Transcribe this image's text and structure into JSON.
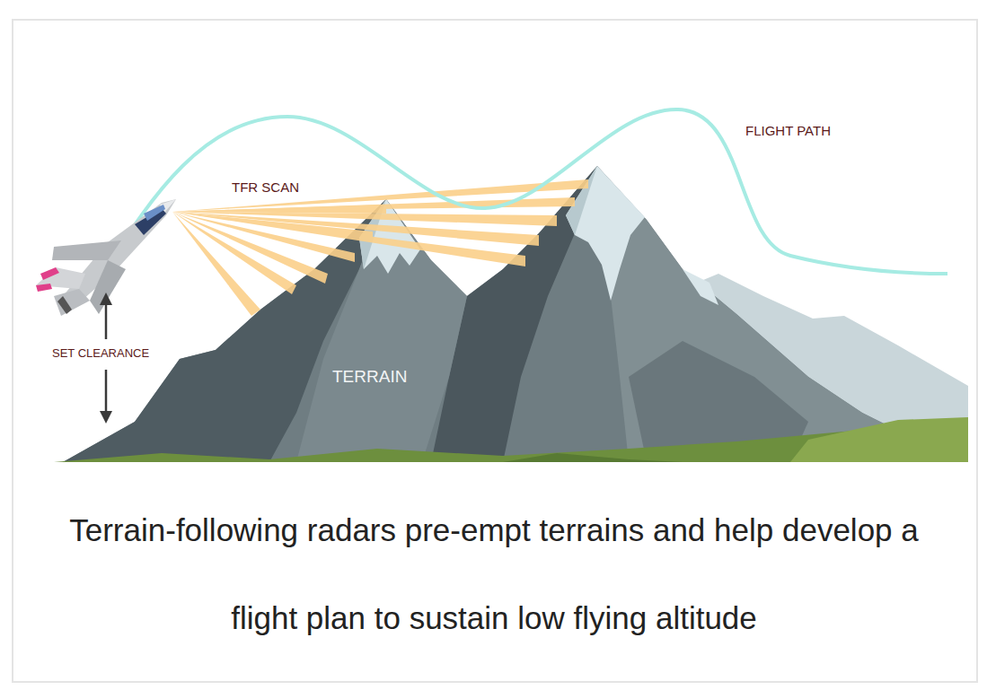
{
  "diagram": {
    "caption": "Terrain-following radars pre-empt terrains and help develop a flight plan to sustain low flying altitude",
    "labels": [
      "TFR SCAN",
      "FLIGHT PATH",
      "SET CLEARANCE",
      "TERRAIN"
    ]
  }
}
